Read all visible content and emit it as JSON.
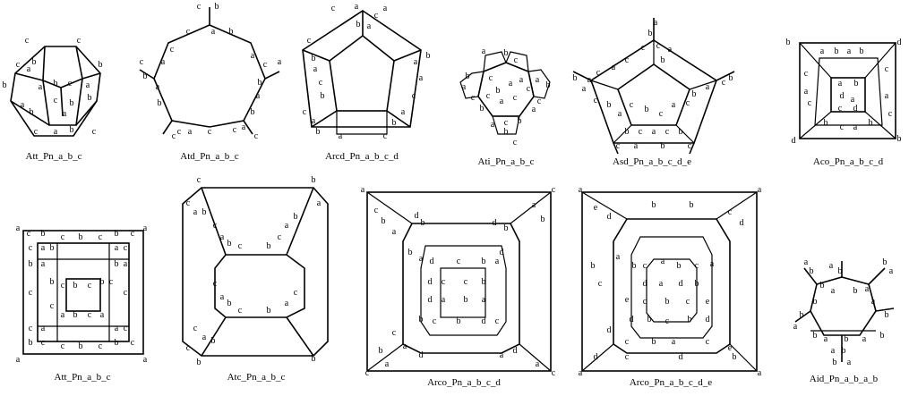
{
  "figures": [
    {
      "caption": "Att_Pn_a_b_c"
    },
    {
      "caption": "Atd_Pn_a_b_c"
    },
    {
      "caption": "Arcd_Pn_a_b_c_d"
    },
    {
      "caption": "Ati_Pn_a_b_c"
    },
    {
      "caption": "Asd_Pn_a_b_c_d_e"
    },
    {
      "caption": "Aco_Pn_a_b_c_d"
    },
    {
      "caption": "Att_Pn_a_b_c"
    },
    {
      "caption": "Atc_Pn_a_b_c"
    },
    {
      "caption": "Arco_Pn_a_b_c_d"
    },
    {
      "caption": "Arco_Pn_a_b_c_d_e"
    },
    {
      "caption": "Aid_Pn_a_b_a_b"
    }
  ],
  "edge_labels": [
    "a",
    "b",
    "c",
    "d",
    "e"
  ]
}
